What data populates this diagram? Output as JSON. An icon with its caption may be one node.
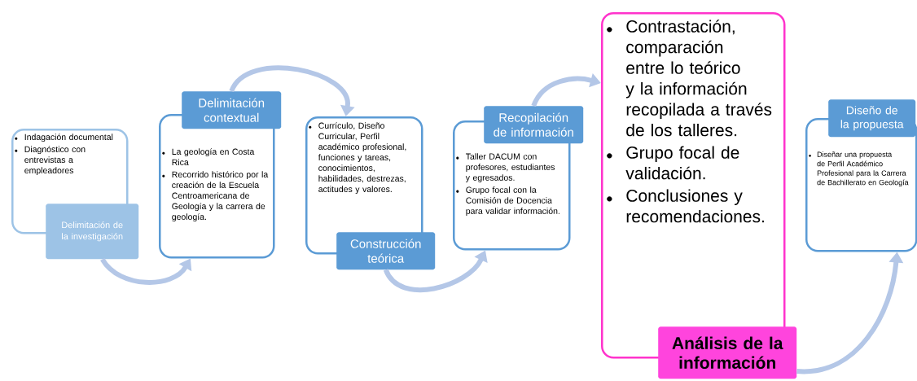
{
  "diagram": {
    "nodes": [
      {
        "text": [
          "Indagación documental",
          "Diagnóstico con entrevistas a empleadores"
        ]
      },
      {
        "text": [
          "Delimitación de la investigación"
        ]
      },
      {
        "text": [
          "La geología en Costa Rica",
          "Recorrido histórico por la creación de la Escuela Centroamericana de Geología y la carrera de geología."
        ]
      },
      {
        "text": [
          "Delimitación contextual"
        ]
      },
      {
        "text": [
          "Currículo, Diseño Curricular, Perfil académico profesional, funciones y tareas, conocimientos, habilidades, destrezas, actitudes y valores."
        ]
      },
      {
        "text": [
          "Construcción teórica"
        ]
      },
      {
        "text": [
          "Taller DACUM con profesores, estudiantes y egresados.",
          "Grupo focal con la Comisión de Docencia para validar información."
        ]
      },
      {
        "text": [
          "Recopilación de información"
        ]
      },
      {
        "text": [
          "Contrastación, comparación entre lo teórico y la información recopilada a través de los talleres.",
          "Grupo focal de validación.",
          "Conclusiones y recomendaciones."
        ]
      },
      {
        "text": [
          "Análisis de la información"
        ]
      },
      {
        "text": [
          "Diseñar una propuesta de Perfil Académico Profesional para la Carrera de Bachillerato en Geología"
        ]
      },
      {
        "text": [
          "Diseño de la propuesta"
        ]
      }
    ],
    "edges": [
      {
        "from": 1,
        "to": 2,
        "arrow": "to"
      },
      {
        "from": 3,
        "to": 4,
        "arrow": "to"
      },
      {
        "from": 5,
        "to": 6,
        "arrow": "to"
      },
      {
        "from": 7,
        "to": 8,
        "arrow": "to"
      },
      {
        "from": 9,
        "to": 10,
        "arrow": "to"
      }
    ]
  }
}
